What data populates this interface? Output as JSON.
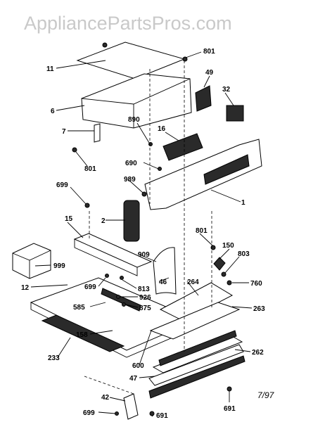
{
  "watermark": "AppliancePartsPros.com",
  "date_code": "7/97",
  "callouts": {
    "c_801a": "801",
    "c_11": "11",
    "c_49": "49",
    "c_32": "32",
    "c_6": "6",
    "c_890": "890",
    "c_16": "16",
    "c_7": "7",
    "c_801b": "801",
    "c_690": "690",
    "c_699a": "699",
    "c_989": "989",
    "c_1": "1",
    "c_2": "2",
    "c_15": "15",
    "c_801c": "801",
    "c_150": "150",
    "c_803": "803",
    "c_999": "999",
    "c_909": "909",
    "c_760": "760",
    "c_12": "12",
    "c_699b": "699",
    "c_813": "813",
    "c_46": "46",
    "c_264": "264",
    "c_926": "926",
    "c_585": "585",
    "c_875": "875",
    "c_263": "263",
    "c_158": "158",
    "c_233": "233",
    "c_600": "600",
    "c_262": "262",
    "c_47": "47",
    "c_42": "42",
    "c_691a": "691",
    "c_699c": "699",
    "c_691b": "691"
  }
}
